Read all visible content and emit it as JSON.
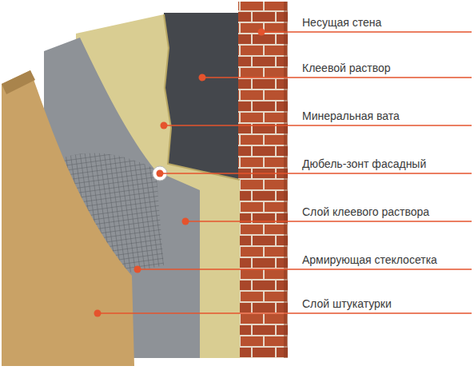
{
  "diagram": {
    "labels": [
      "Несущая стена",
      "Клеевой раствор",
      "Минеральная вата",
      "Дюбель-зонт фасадный",
      "Слой клеевого раствора",
      "Армирующая стеклосетка",
      "Слой штукатурки"
    ]
  }
}
